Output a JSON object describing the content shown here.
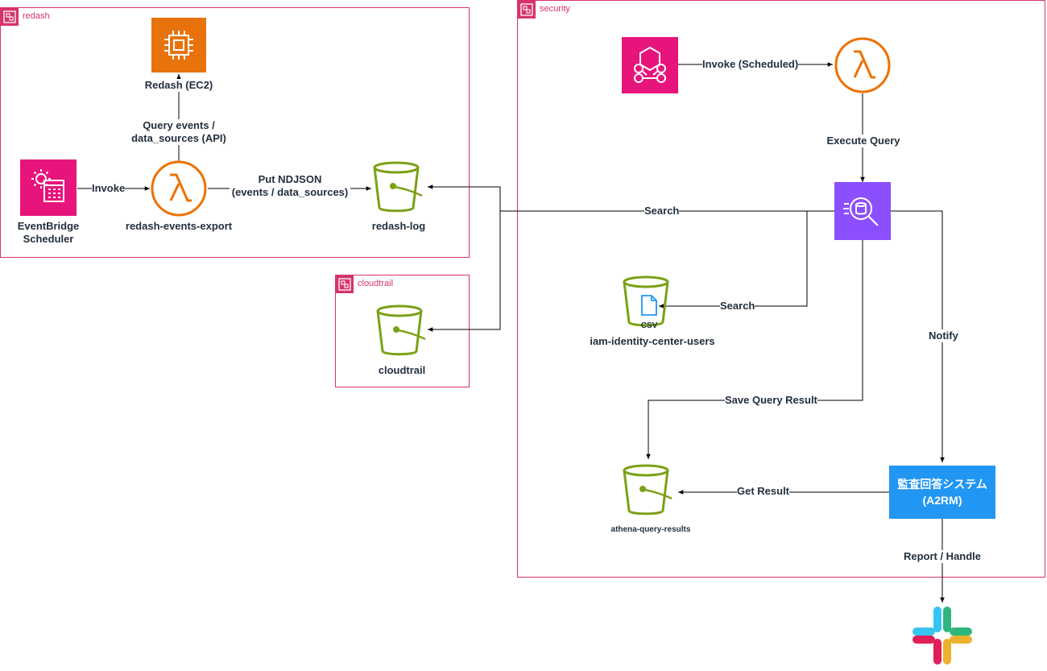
{
  "groups": {
    "redash": "redash",
    "security": "security",
    "cloudtrail": "cloudtrail"
  },
  "nodes": {
    "redash_ec2": "Redash (EC2)",
    "scheduler_line1": "EventBridge",
    "scheduler_line2": "Scheduler",
    "export_lambda": "redash-events-export",
    "redash_log": "redash-log",
    "cloudtrail_bucket": "cloudtrail",
    "iam_users_bucket": "iam-identity-center-users",
    "csv_label": "CSV",
    "athena_results": "athena-query-results",
    "a2rm_line1": "監査回答システム",
    "a2rm_line2": "(A2RM)"
  },
  "edges": {
    "invoke": "Invoke",
    "query_events_1": "Query events /",
    "query_events_2": "data_sources (API)",
    "put_ndjson_1": "Put NDJSON",
    "put_ndjson_2": "(events / data_sources)",
    "invoke_scheduled": "Invoke (Scheduled)",
    "execute_query": "Execute Query",
    "search_main": "Search",
    "search_iam": "Search",
    "notify": "Notify",
    "save_query_result": "Save Query Result",
    "get_result": "Get Result",
    "report_handle": "Report / Handle"
  },
  "colors": {
    "group_border": "#d6336c",
    "ec2": "#e8730c",
    "lambda": "#ed7100",
    "eventbridge": "#e7157b",
    "s3": "#7aa116",
    "athena": "#8c4fff",
    "a2rm": "#2196f3",
    "text": "#232f3e"
  },
  "icons": [
    "ec2-icon",
    "lambda-icon",
    "eventbridge-scheduler-icon",
    "eventbridge-icon",
    "s3-bucket-icon",
    "athena-icon",
    "csv-file-icon",
    "slack-icon"
  ]
}
